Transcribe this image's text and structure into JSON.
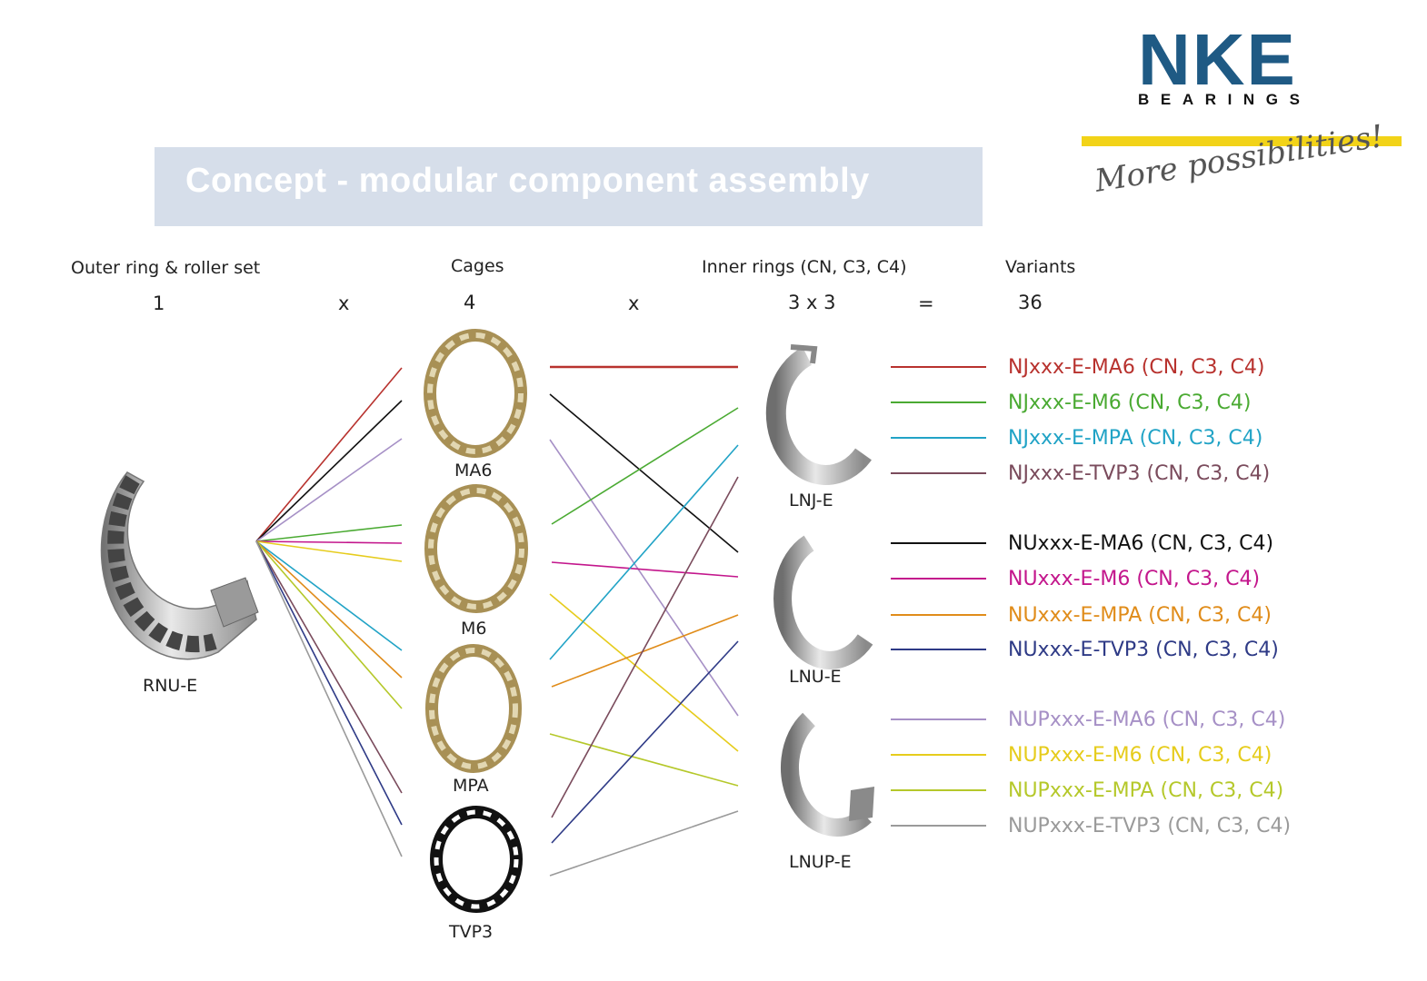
{
  "logo": {
    "brand": "NKE",
    "sub": "BEARINGS",
    "slogan": "More possibilities!"
  },
  "title": "Concept - modular component assembly",
  "headers": {
    "outer": "Outer ring & roller set",
    "cages": "Cages",
    "inner": "Inner rings (CN, C3, C4)",
    "variants": "Variants"
  },
  "equation": {
    "outer_count": "1",
    "op1": "x",
    "cages_count": "4",
    "op2": "x",
    "inner_count": "3 x 3",
    "op3": "=",
    "variants_count": "36"
  },
  "components": {
    "outer": "RNU-E",
    "cages": [
      "MA6",
      "M6",
      "MPA",
      "TVP3"
    ],
    "inner": [
      "LNJ-E",
      "LNU-E",
      "LNUP-E"
    ]
  },
  "variants": [
    {
      "label": "NJxxx-E-MA6 (CN, C3, C4)",
      "color": "#b8322e"
    },
    {
      "label": "NJxxx-E-M6 (CN, C3, C4)",
      "color": "#4aaa32"
    },
    {
      "label": "NJxxx-E-MPA (CN, C3, C4)",
      "color": "#21a3c6"
    },
    {
      "label": "NJxxx-E-TVP3 (CN, C3, C4)",
      "color": "#7a4b5c"
    },
    {
      "label": "NUxxx-E-MA6 (CN, C3, C4)",
      "color": "#111111"
    },
    {
      "label": "NUxxx-E-M6 (CN, C3, C4)",
      "color": "#c3168c"
    },
    {
      "label": "NUxxx-E-MPA (CN, C3, C4)",
      "color": "#e08c1a"
    },
    {
      "label": "NUxxx-E-TVP3 (CN, C3, C4)",
      "color": "#2e3a86"
    },
    {
      "label": "NUPxxx-E-MA6 (CN, C3, C4)",
      "color": "#a690c6"
    },
    {
      "label": "NUPxxx-E-M6 (CN, C3, C4)",
      "color": "#e6cc1c"
    },
    {
      "label": "NUPxxx-E-MPA (CN, C3, C4)",
      "color": "#b5c82a"
    },
    {
      "label": "NUPxxx-E-TVP3 (CN, C3, C4)",
      "color": "#9a9a9a"
    }
  ],
  "colors": {
    "brand_blue": "#1f5a84",
    "slogan_bar": "#f2d318",
    "banner": "#d6deea",
    "cage_gold": "#a89055"
  }
}
